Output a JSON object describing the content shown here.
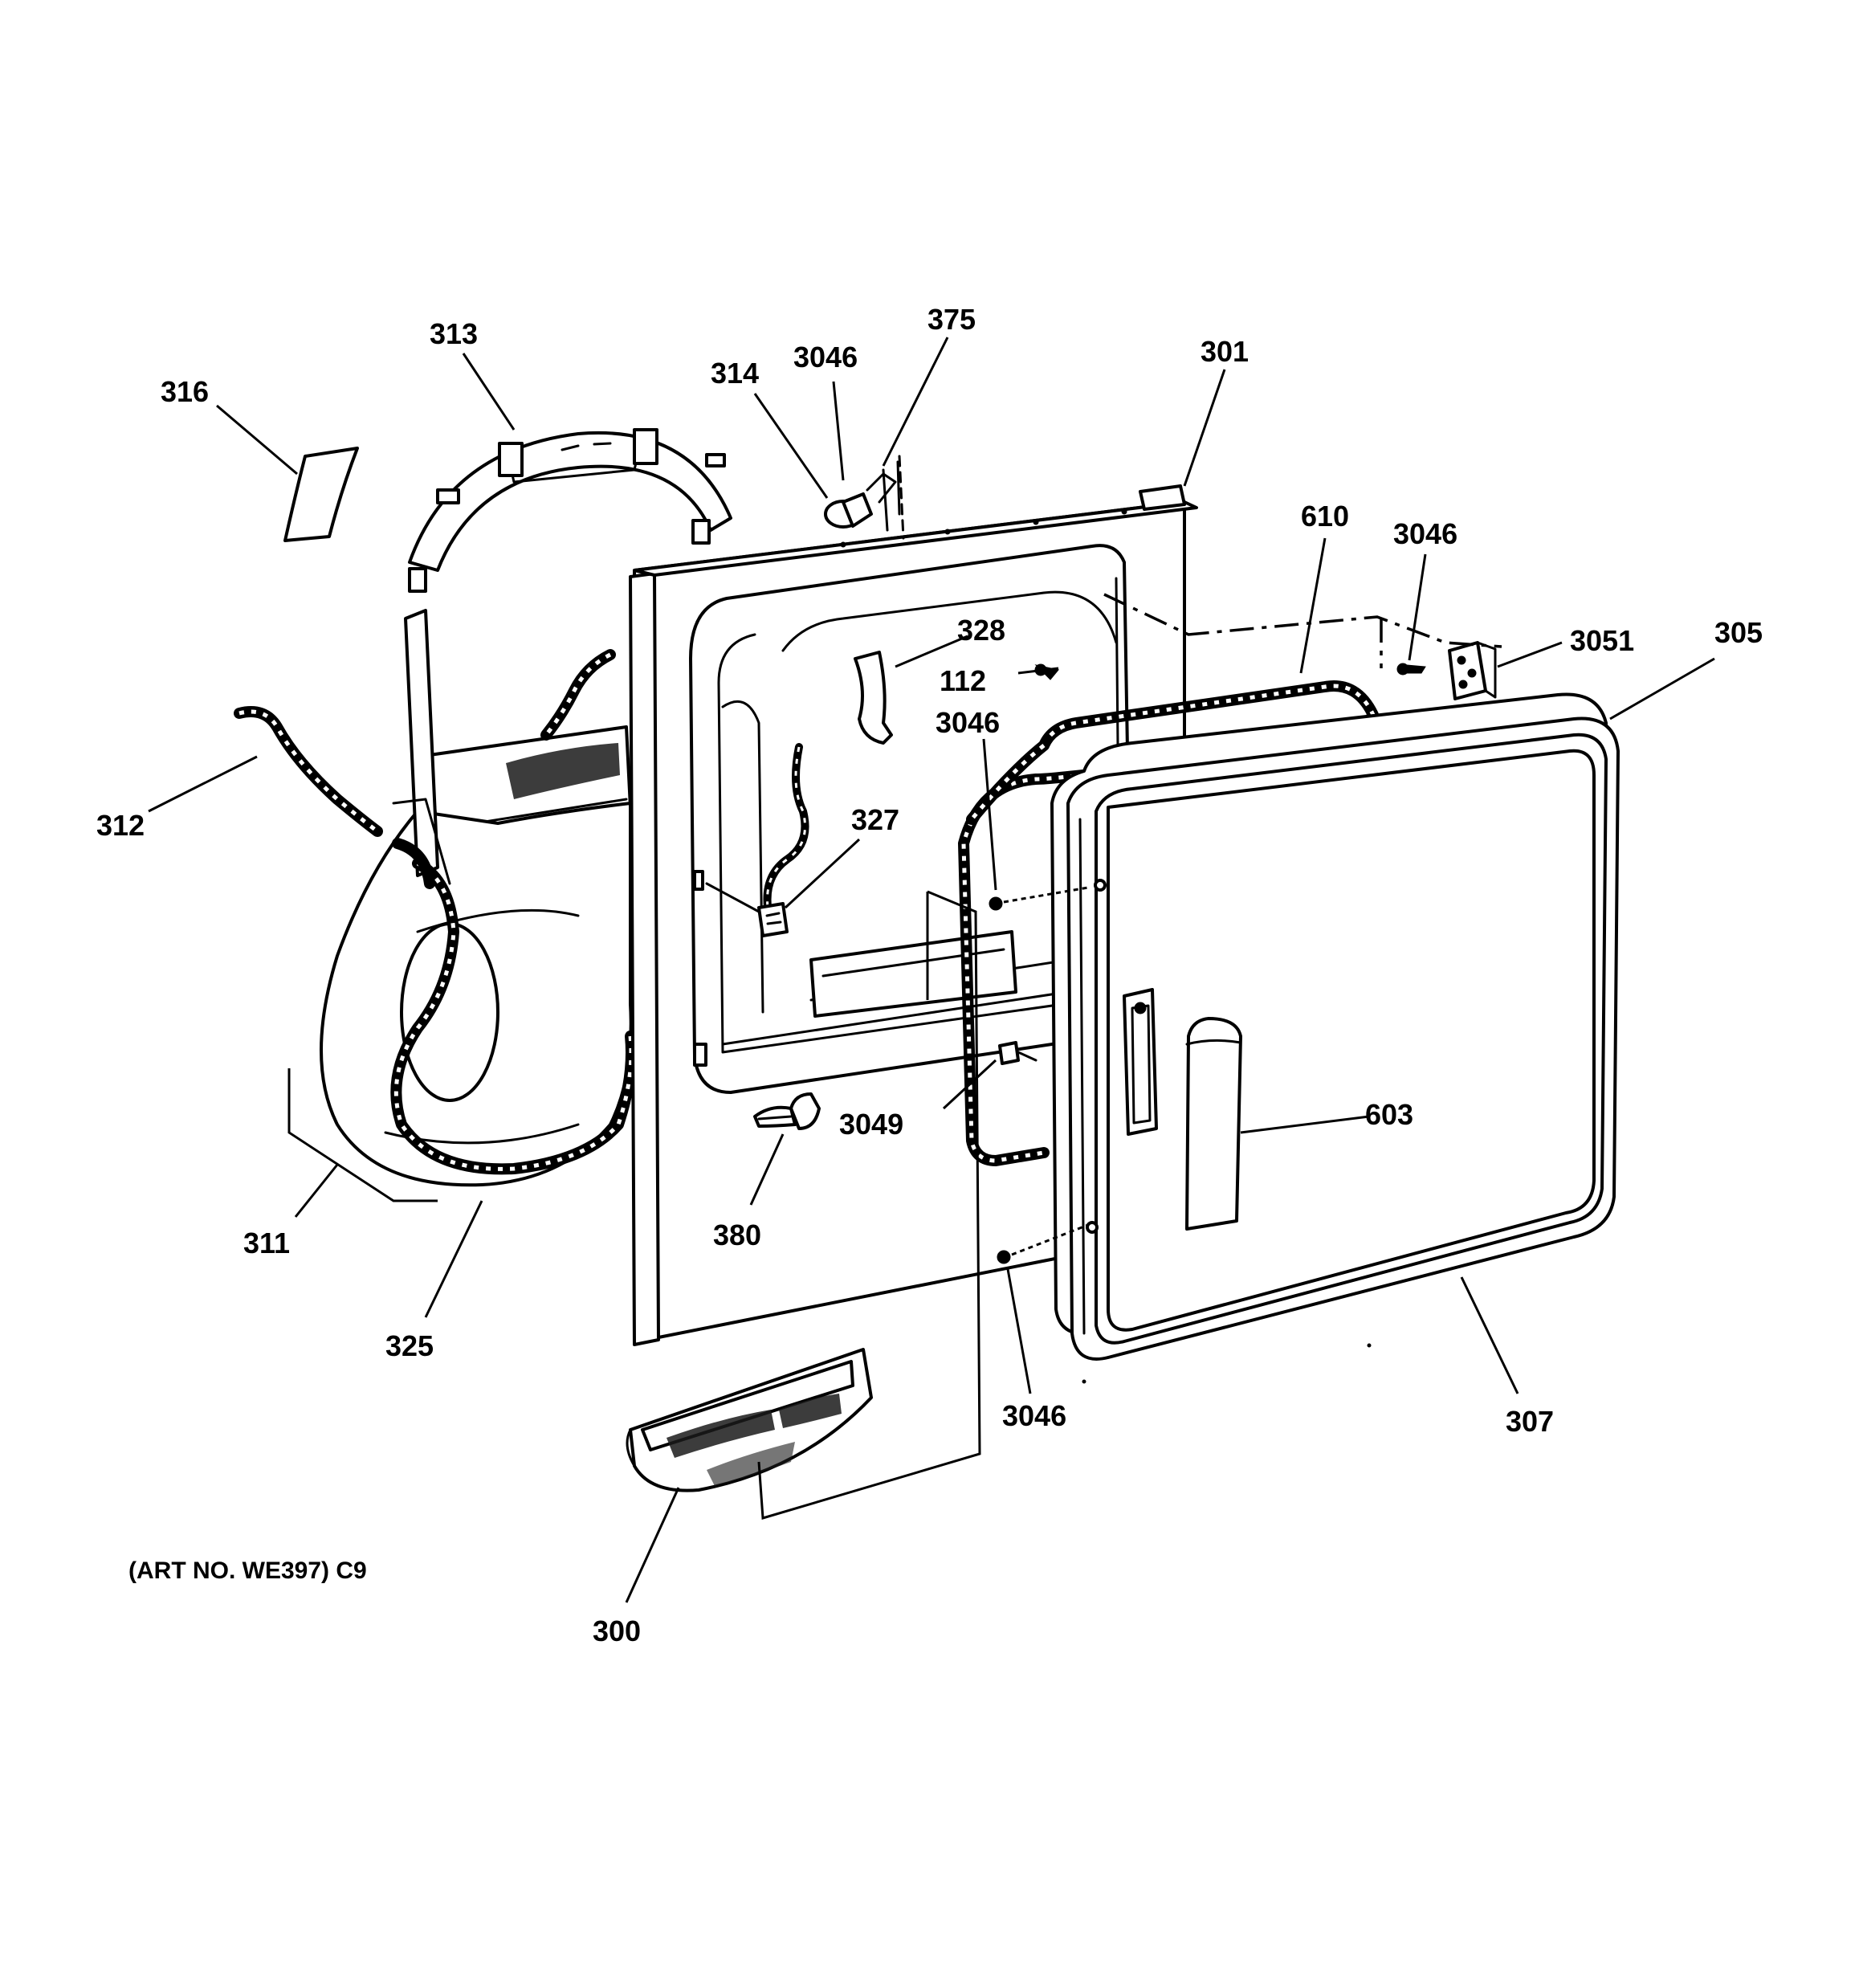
{
  "callouts": {
    "c316": "316",
    "c313": "313",
    "c314": "314",
    "c3046_top": "3046",
    "c375": "375",
    "c301": "301",
    "c610": "610",
    "c3046_right": "3046",
    "c3051": "3051",
    "c305": "305",
    "c328": "328",
    "c112": "112",
    "c3046_mid": "3046",
    "c327": "327",
    "c312": "312",
    "c3049": "3049",
    "c603": "603",
    "c380": "380",
    "c311": "311",
    "c325": "325",
    "c3046_bottom": "3046",
    "c307": "307",
    "c300": "300"
  },
  "art_number": "(ART NO. WE397) C9"
}
